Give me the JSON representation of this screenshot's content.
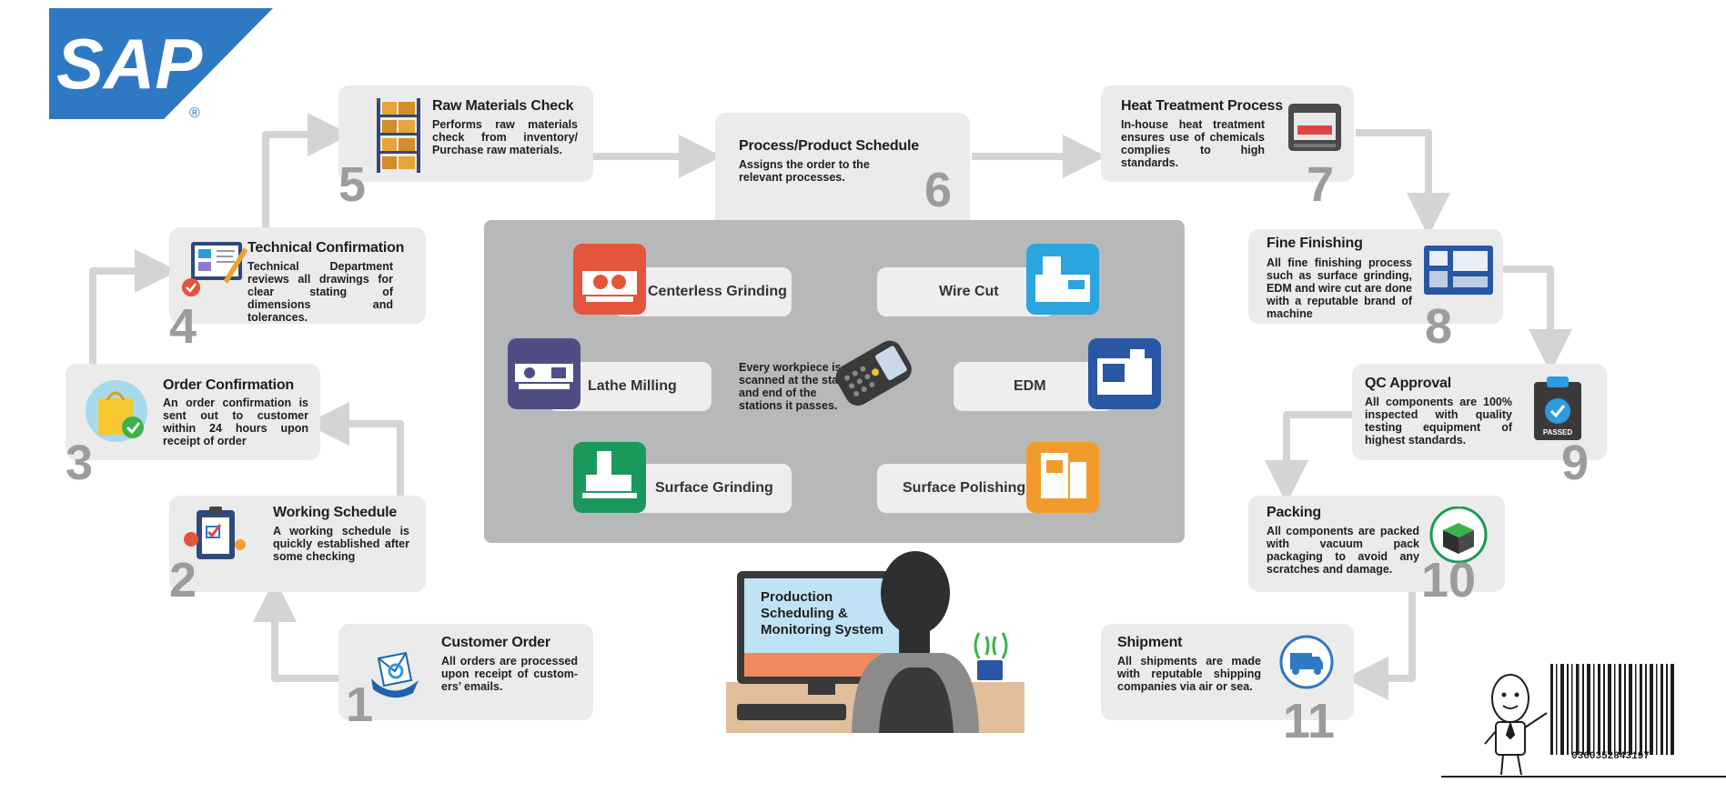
{
  "logo": {
    "text": "SAP",
    "registered": "®"
  },
  "steps": [
    {
      "number": "1",
      "title": "Customer Order",
      "desc": "All orders are processed upon receipt of custom-ers’ emails.",
      "icon": "email-icon"
    },
    {
      "number": "2",
      "title": "Working Schedule",
      "desc": "A working schedule is quickly established after some checking",
      "icon": "clipboard-icon"
    },
    {
      "number": "3",
      "title": "Order Confirmation",
      "desc": "An order confirmation is sent out to customer within 24 hours upon receipt of order",
      "icon": "shopping-bag-icon"
    },
    {
      "number": "4",
      "title": "Technical Confirmation",
      "desc": "Technical Department reviews all drawings for clear stating of dimensions and tolerances.",
      "icon": "drawing-review-icon"
    },
    {
      "number": "5",
      "title": "Raw Materials Check",
      "desc": "Performs raw materials check from inventory/ Purchase raw materials.",
      "icon": "shelf-icon"
    },
    {
      "number": "6",
      "title": "Process/Product Schedule",
      "desc": "Assigns the order to the relevant processes.",
      "icon": ""
    },
    {
      "number": "7",
      "title": "Heat Treatment Process",
      "desc": "In-house heat treatment ensures use of chemicals complies to high standards.",
      "icon": "furnace-icon"
    },
    {
      "number": "8",
      "title": "Fine Finishing",
      "desc": "All fine finishing process such as surface grinding, EDM and wire cut are done with a reputable brand of machine",
      "icon": "control-panel-icon"
    },
    {
      "number": "9",
      "title": "QC Approval",
      "desc": "All components are 100% inspected with quality testing equipment of highest standards.",
      "icon": "passed-clipboard-icon"
    },
    {
      "number": "10",
      "title": "Packing",
      "desc": "All components are packed with vacuum pack packaging to avoid any scratches and damage.",
      "icon": "box-icon"
    },
    {
      "number": "11",
      "title": "Shipment",
      "desc": "All shipments are made with reputable shipping companies via air or sea.",
      "icon": "truck-icon"
    }
  ],
  "stations": [
    {
      "label": "Centerless Grinding",
      "color": "#e4553b",
      "icon": "grinding-machine-icon"
    },
    {
      "label": "Wire Cut",
      "color": "#2aa5de",
      "icon": "wire-cut-machine-icon"
    },
    {
      "label": "Lathe Milling",
      "color": "#4f4e84",
      "icon": "lathe-icon"
    },
    {
      "label": "EDM",
      "color": "#2957a4",
      "icon": "edm-machine-icon"
    },
    {
      "label": "Surface Grinding",
      "color": "#1a9a5a",
      "icon": "surface-grinder-icon"
    },
    {
      "label": "Surface Polishing",
      "color": "#f29b2d",
      "icon": "polishing-machine-icon"
    }
  ],
  "scanner_text": "Every workpiece is scanned at the start and end of the stations it passes.",
  "monitor_text": "Production Scheduling & Monitoring System",
  "passed_label": "PASSED",
  "barcode_number": "0360352843197",
  "colors": {
    "box": "#ebebeb",
    "number": "#9c9c9c",
    "arrow": "#d4d4d4",
    "panel": "#b7b8ba",
    "sap_blue": "#2e78c4"
  }
}
